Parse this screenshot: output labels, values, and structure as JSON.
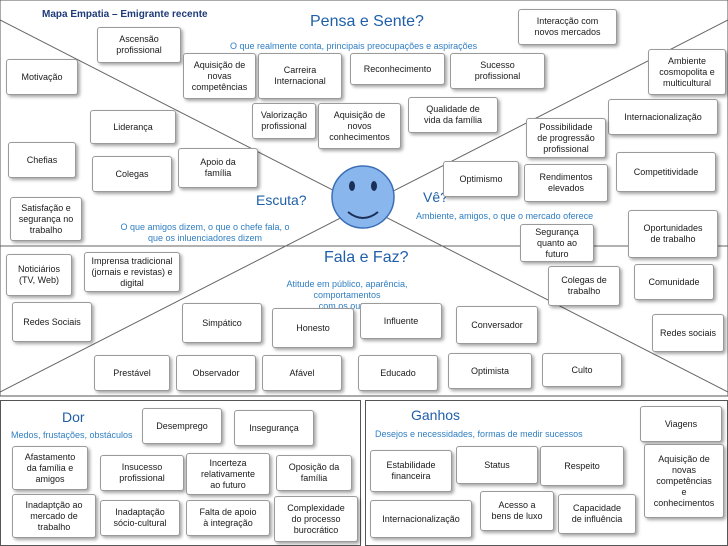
{
  "title": "Mapa Empatia – Emigrante recente",
  "sections": {
    "pensa": {
      "heading": "Pensa e Sente?",
      "subtitle": "O que realmente conta, principais preocupações e aspirações"
    },
    "escuta": {
      "heading": "Escuta?",
      "subtitle": "O que amigos dizem, o que o chefe fala, o\nque os inluenciadores dizem"
    },
    "ve": {
      "heading": "Vê?",
      "subtitle": "Ambiente, amigos, o que o mercado oferece"
    },
    "fala": {
      "heading": "Fala e Faz?",
      "subtitle": "Atitude em público, aparência, comportamentos\ncom os outros"
    },
    "dor": {
      "heading": "Dor",
      "subtitle": "Medos, frustações, obstáculos"
    },
    "ganhos": {
      "heading": "Ganhos",
      "subtitle": "Desejos e necessidades, formas de medir  sucessos"
    }
  },
  "face_icon": "smiley-face-icon",
  "notes": [
    "Ascensão\nprofissional",
    "Aquisição de\nnovas\ncompetências",
    "Carreira\nInternacional",
    "Reconhecimento",
    "Sucesso\nprofissional",
    "Interacção com\nnovos mercados",
    "Ambiente\ncosmopolita e\nmulticultural",
    "Motivação",
    "Valorização\nprofissional",
    "Aquisição de\nnovos\nconhecimentos",
    "Qualidade de\nvida da família",
    "Internacionalização",
    "Possibilidade\nde progressão\nprofissional",
    "Liderança",
    "Chefias",
    "Colegas",
    "Apoio da\nfamília",
    "Optimismo",
    "Rendimentos\nelevados",
    "Competitividade",
    "Satisfação e\nsegurança no\ntrabalho",
    "Segurança\nquanto ao\nfuturo",
    "Oportunidades\nde trabalho",
    "Noticiários\n(TV, Web)",
    "Imprensa tradicional\n(jornais e revistas) e\ndigital",
    "Comunidade",
    "Colegas de\ntrabalho",
    "Redes Sociais",
    "Simpático",
    "Honesto",
    "Influente",
    "Conversador",
    "Redes sociais",
    "Prestável",
    "Observador",
    "Afável",
    "Educado",
    "Optimista",
    "Culto",
    "Desemprego",
    "Insegurança",
    "Afastamento\nda família e\namigos",
    "Insucesso\nprofissional",
    "Incerteza\nrelativamente\nao futuro",
    "Oposição da\nfamília",
    "Inadaptção ao\nmercado de\ntrabalho",
    "Inadaptação\nsócio-cultural",
    "Falta de apoio\nà integração",
    "Complexidade\ndo processo\nburocrático",
    "Viagens",
    "Estabilidade\nfinanceira",
    "Status",
    "Respeito",
    "Aquisição de\nnovas\ncompetências\ne\nconhecimentos",
    "Internacionalização",
    "Acesso a\nbens de luxo",
    "Capacidade\nde influência"
  ]
}
